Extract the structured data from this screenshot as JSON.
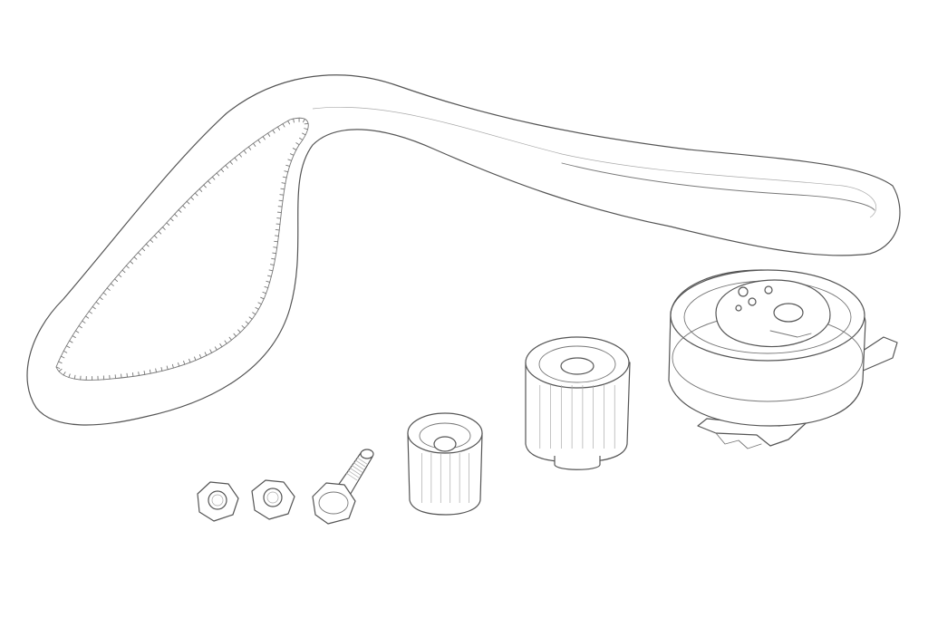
{
  "scene": {
    "background": "#ffffff",
    "line_color": "#555555",
    "parts": [
      "timing-belt",
      "belt-tensioner",
      "large-idler-pulley",
      "small-idler-pulley",
      "flange-bolt",
      "flange-nut",
      "flange-nut"
    ]
  }
}
